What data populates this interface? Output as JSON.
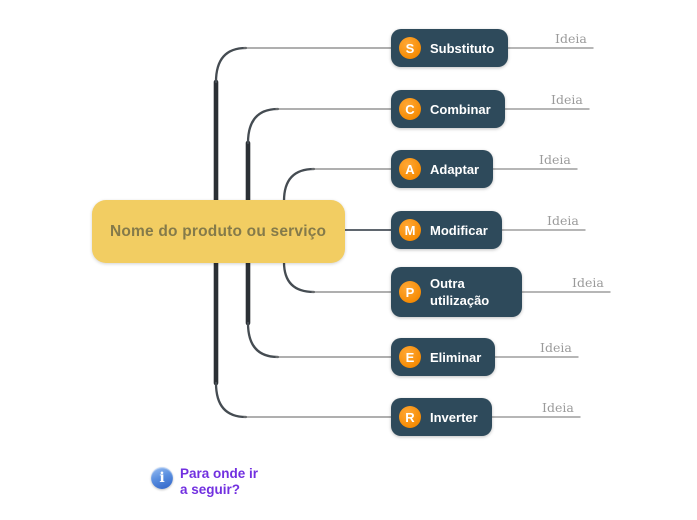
{
  "center": {
    "label": "Nome do produto ou serviço"
  },
  "branches": [
    {
      "letter": "S",
      "label": "Substituto",
      "idea": "Ideia"
    },
    {
      "letter": "C",
      "label": "Combinar",
      "idea": "Ideia"
    },
    {
      "letter": "A",
      "label": "Adaptar",
      "idea": "Ideia"
    },
    {
      "letter": "M",
      "label": "Modificar",
      "idea": "Ideia"
    },
    {
      "letter": "P",
      "label": "Outra utilização",
      "idea": "Ideia"
    },
    {
      "letter": "E",
      "label": "Eliminar",
      "idea": "Ideia"
    },
    {
      "letter": "R",
      "label": "Inverter",
      "idea": "Ideia"
    }
  ],
  "footer": {
    "line1": "Para onde ir",
    "line2": "a seguir?",
    "info_glyph": "i"
  },
  "colors": {
    "node_bg": "#2e4a5b",
    "node_text": "#ffffff",
    "badge_orange": "#f7941e",
    "center_bg": "#f2cd62",
    "center_text": "#847a4a",
    "idea_gray": "#9b9b9b",
    "branch_line_dark": "#2b3035",
    "thin_line_gray": "#7f7f7f",
    "footer_purple": "#7230e0",
    "info_icon_blue": "#3d74d8"
  }
}
